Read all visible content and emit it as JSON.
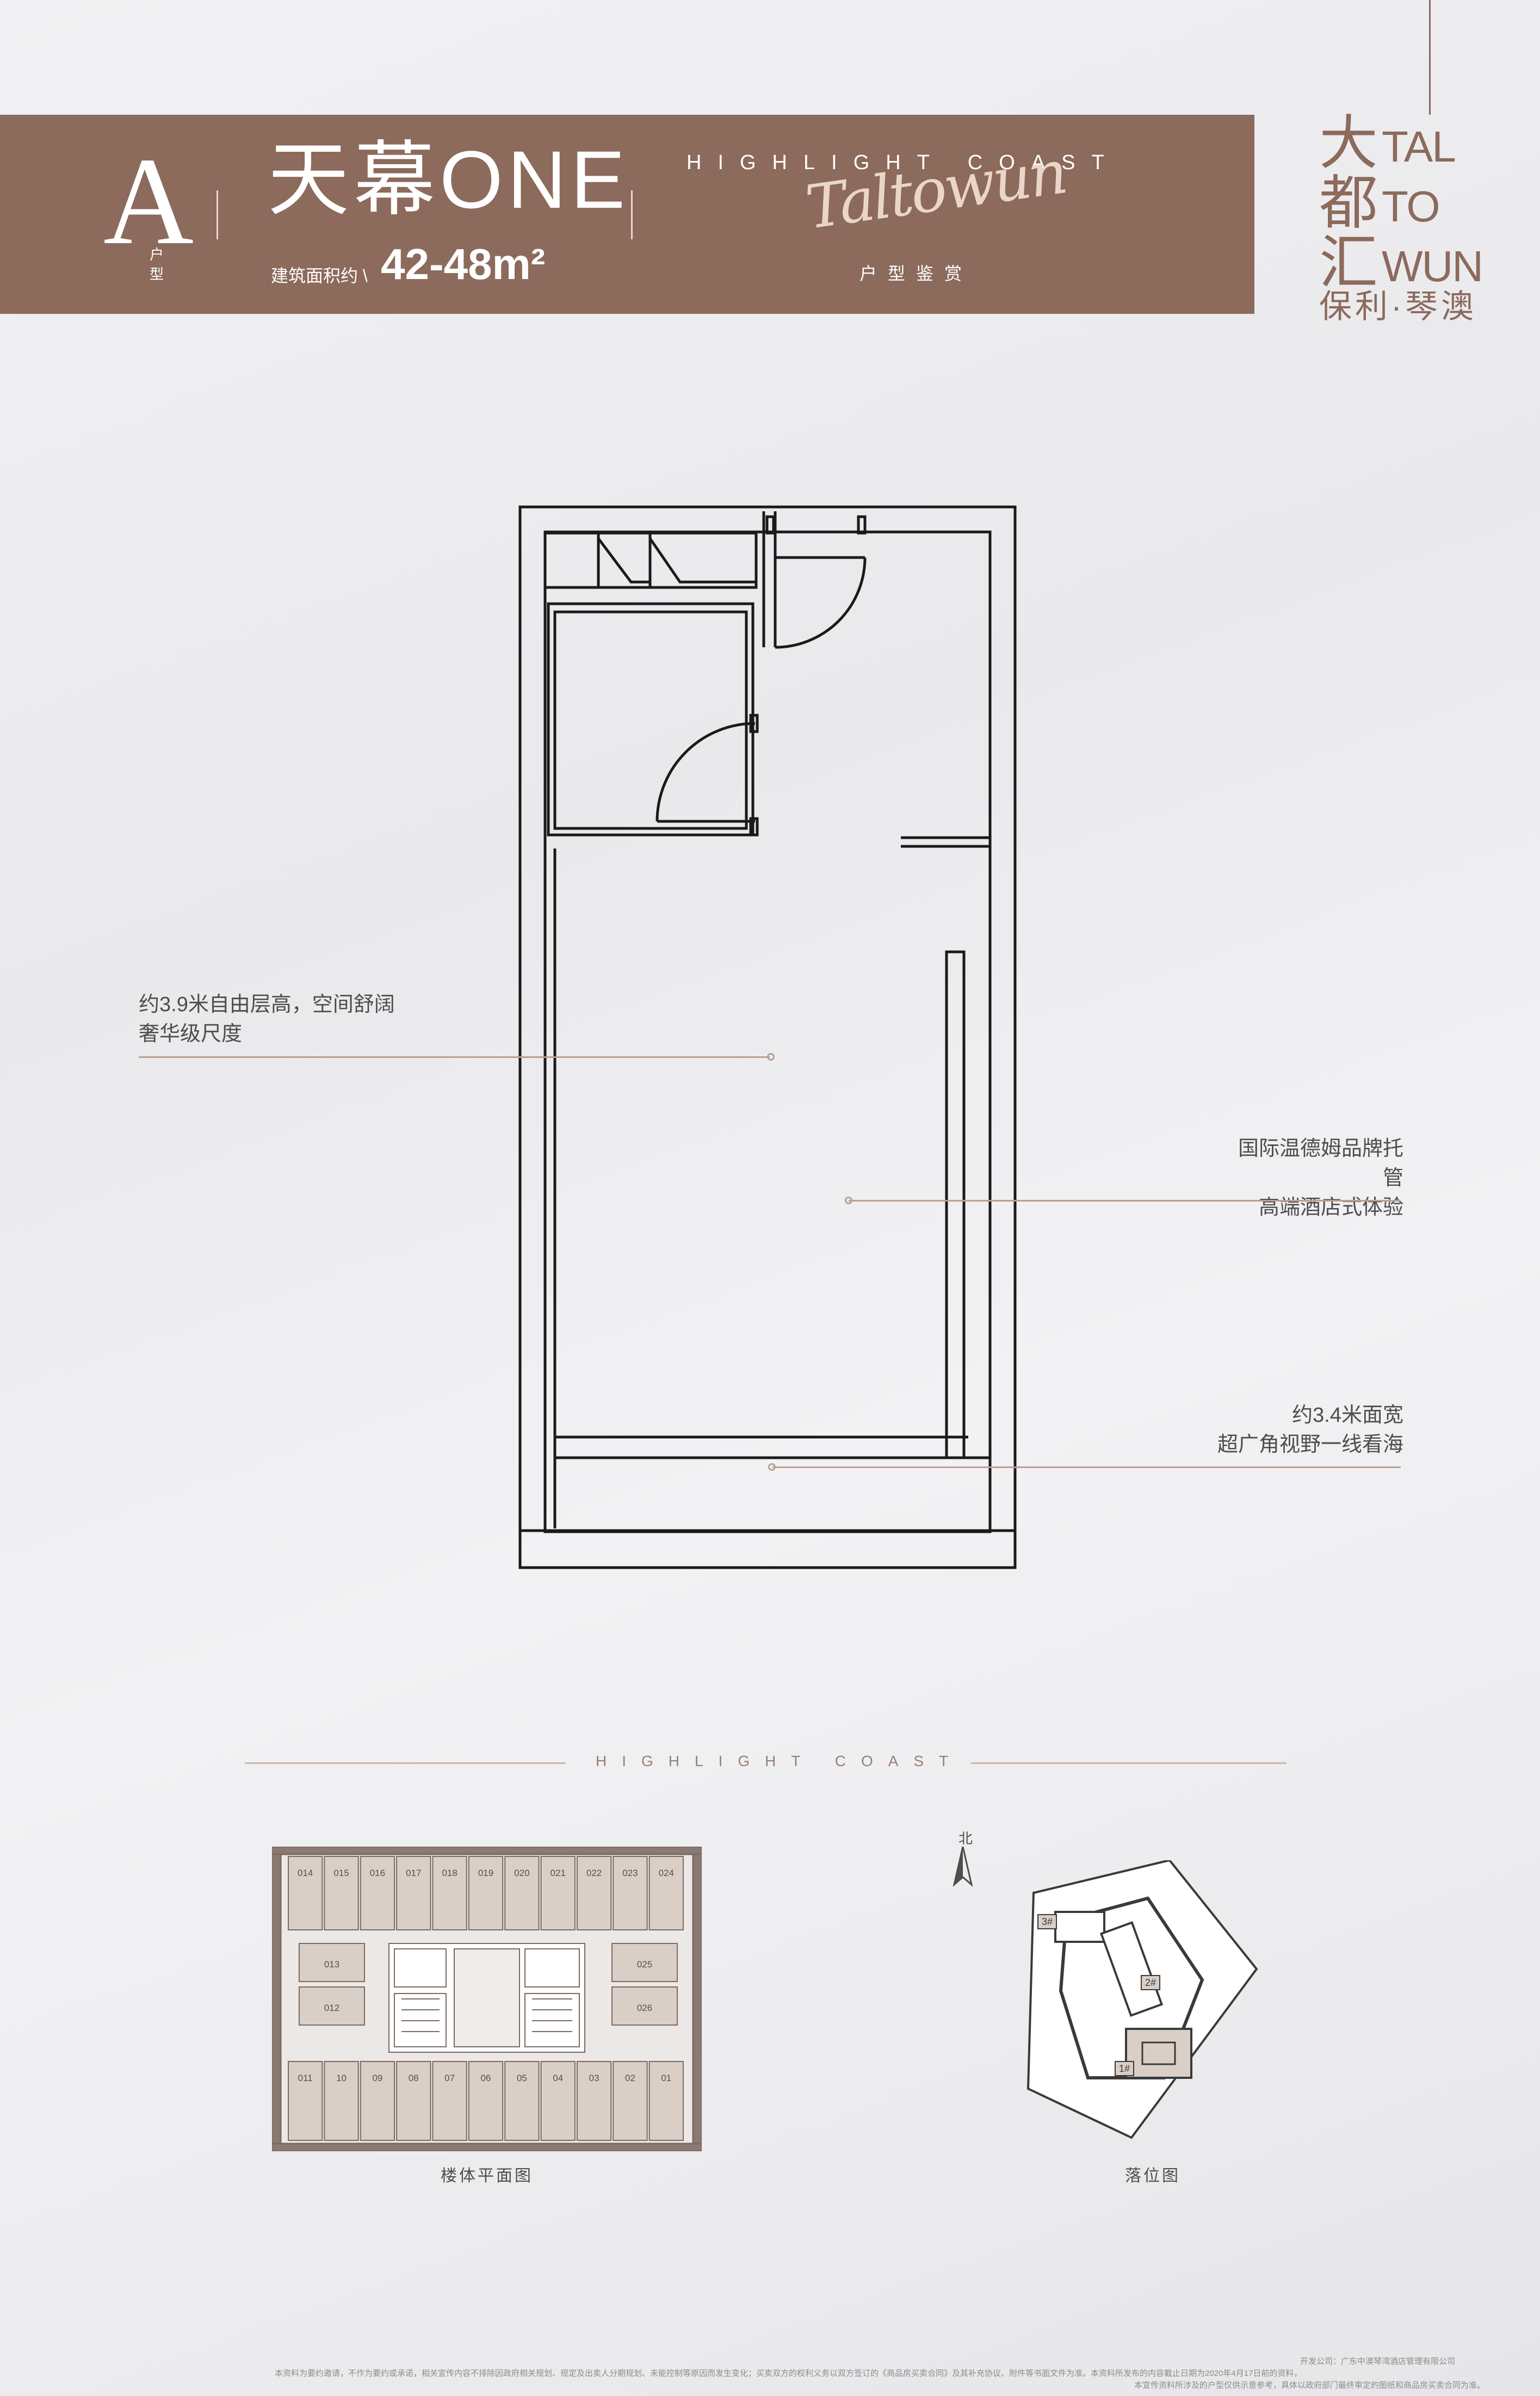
{
  "header": {
    "unit_letter": "A",
    "unit_suffix": "户型",
    "title": "天幕ONE",
    "area_label": "建筑面积约 \\",
    "area_value": "42-48m²",
    "highlight_coast": "HIGHLIGHT COAST",
    "script_text": "Taltowun",
    "section_label": "户型鉴赏"
  },
  "logo": {
    "cn_chars": "大都汇",
    "en_lines": [
      "TAL",
      "TO",
      "WUN"
    ],
    "subtitle": "保利·琴澳"
  },
  "annotations": [
    {
      "line1": "约3.9米自由层高，空间舒阔",
      "line2": "奢华级尺度"
    },
    {
      "line1": "国际温德姆品牌托管",
      "line2": "高端酒店式体验"
    },
    {
      "line1": "约3.4米面宽",
      "line2": "超广角视野一线看海"
    }
  ],
  "section_divider": "HIGHLIGHT COAST",
  "floor_plan": {
    "caption": "楼体平面图",
    "top_units": [
      "014",
      "015",
      "016",
      "017",
      "018",
      "019",
      "020",
      "021",
      "022",
      "023",
      "024"
    ],
    "left_units": [
      "013",
      "012"
    ],
    "right_units": [
      "025",
      "026"
    ],
    "bottom_units": [
      "011",
      "10",
      "09",
      "08",
      "07",
      "06",
      "05",
      "04",
      "03",
      "02",
      "01"
    ]
  },
  "site_plan": {
    "caption": "落位图",
    "north_label": "北",
    "buildings": [
      "3#",
      "2#",
      "1#"
    ]
  },
  "footer": {
    "developer": "开发公司：广东中澳琴湾酒店管理有限公司",
    "disclaimer_main": "本资料为要约邀请，不作为要约或承诺，相关宣传内容不排除因政府相关规划、规定及出卖人分期规划、未能控制等原因而发生变化；买卖双方的权利义务以双方签订的《商品房买卖合同》及其补充协议、附件等书面文件为准。本资料所发布的内容截止日期为2020年4月17日前的资料，",
    "disclaimer_tail": "本宣传资料所涉及的户型仅供示意参考，具体以政府部门最终审定的图纸和商品房买卖合同为准。"
  },
  "colors": {
    "brand": "#8c6a5c",
    "accent_line": "#b9a091",
    "background": "#eeeef0"
  }
}
